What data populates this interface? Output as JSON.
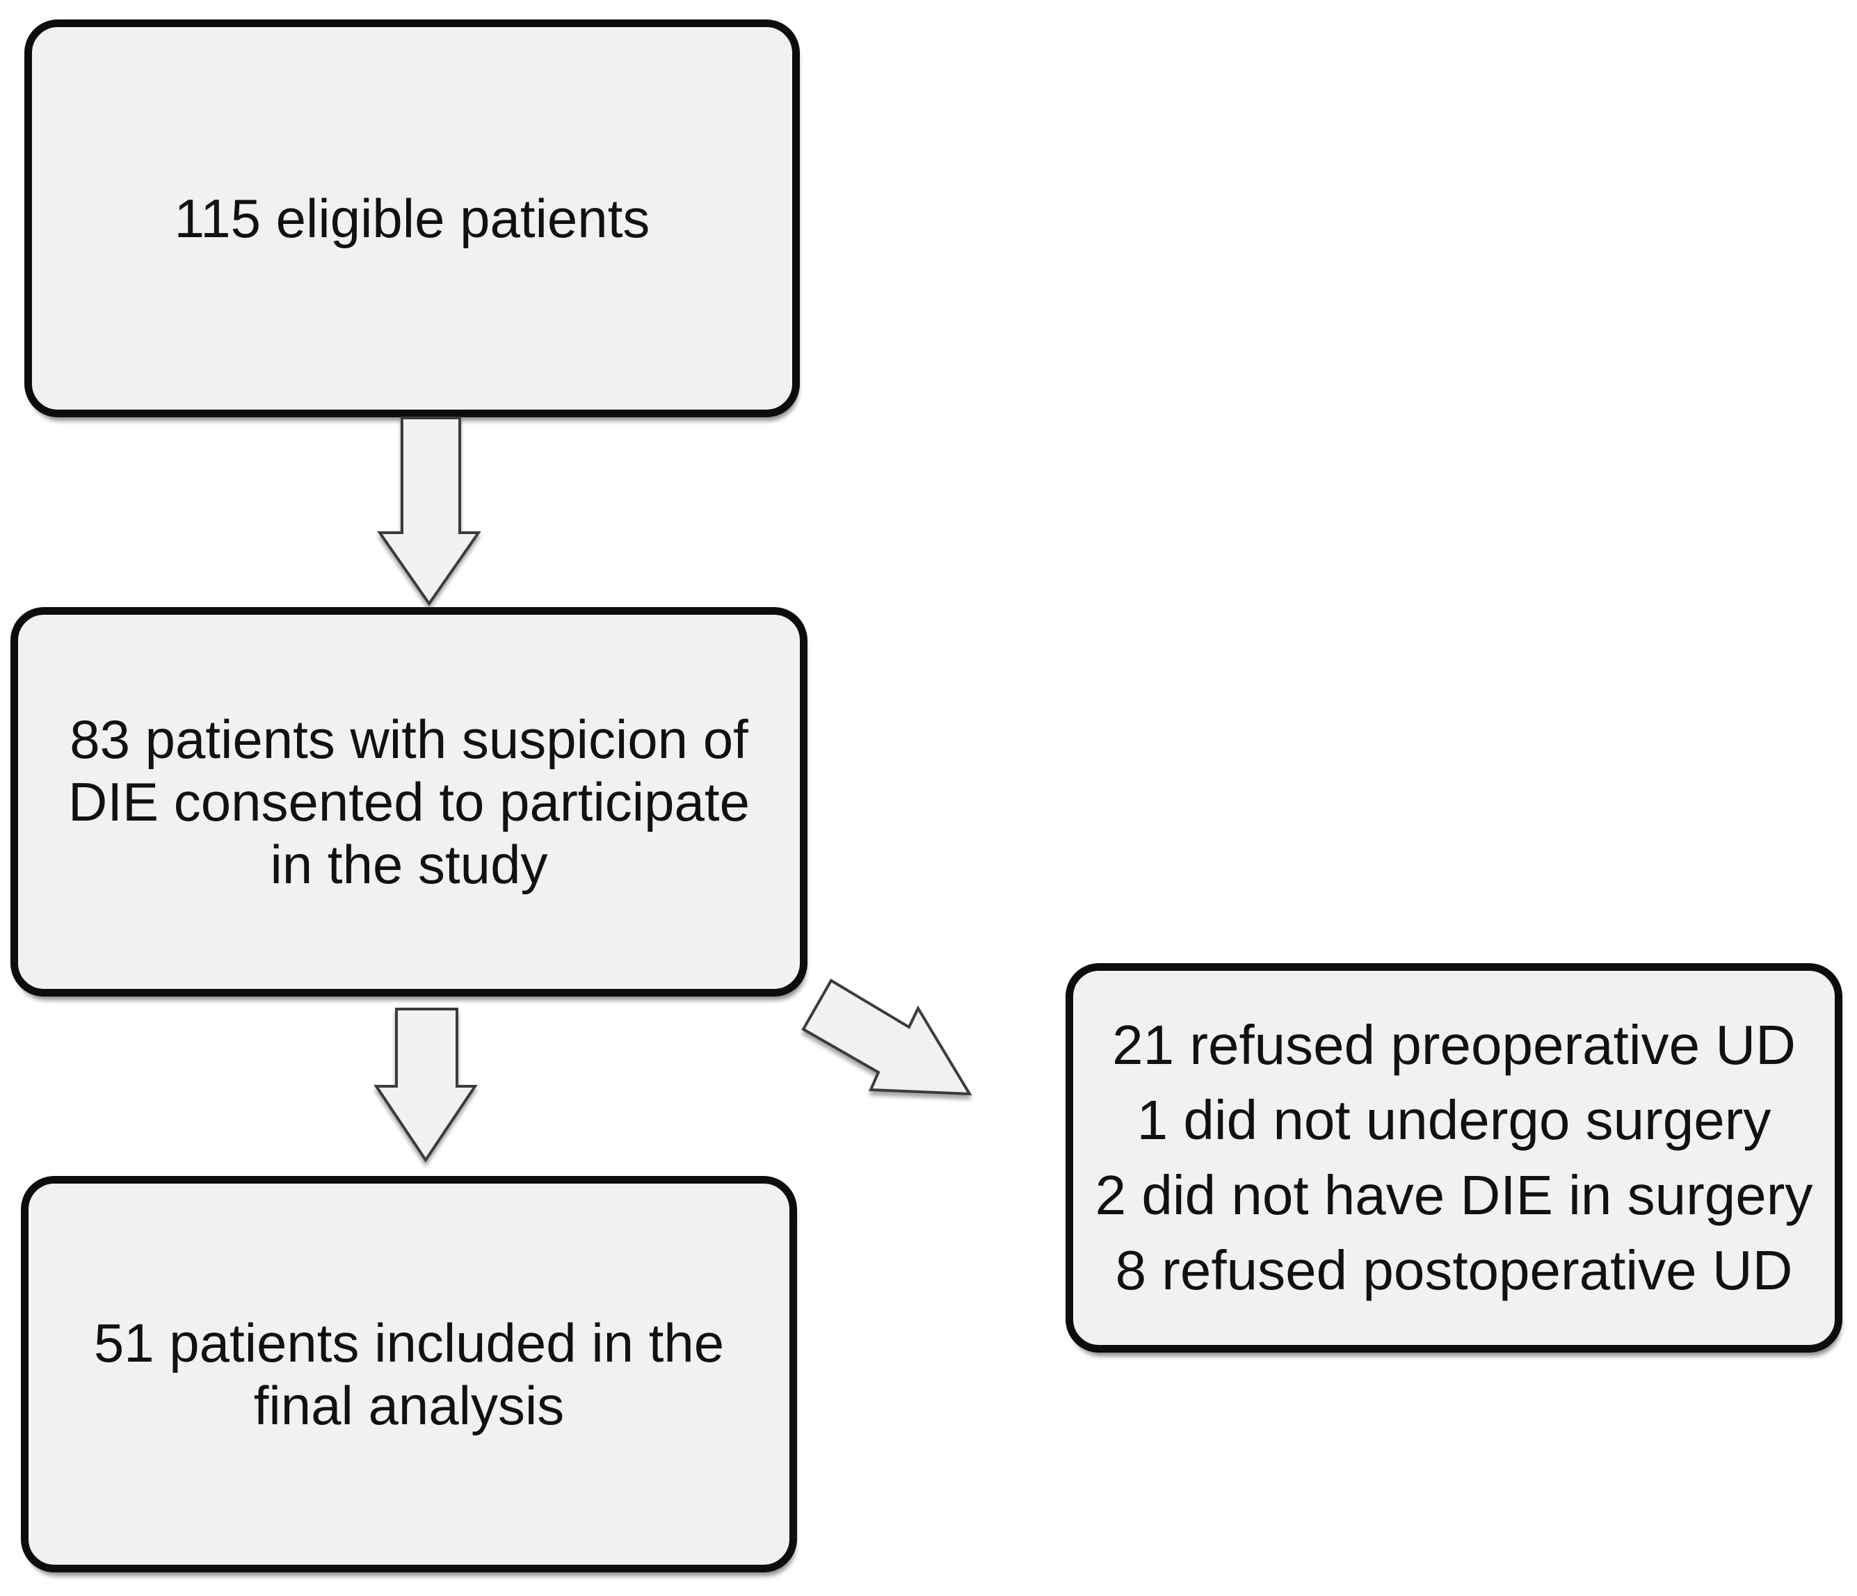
{
  "figure": {
    "background_color": "#ffffff",
    "box_fill_color": "#f1f1f1",
    "box_border_color": "#0d0d0d",
    "text_color": "#111111",
    "arrow_fill_color": "#f1f1f1",
    "arrow_outline_color": "#3c3c3c"
  },
  "boxes": {
    "eligible": {
      "lines": [
        "115 eligible patients"
      ]
    },
    "consented": {
      "lines": [
        "83 patients with suspicion of",
        "DIE consented to participate",
        "in the study"
      ]
    },
    "final": {
      "lines": [
        "51 patients included in the",
        "final analysis"
      ]
    },
    "excluded": {
      "lines": [
        "21 refused preoperative UD",
        "1 did not undergo surgery",
        "2 did not have DIE in surgery",
        "8 refused postoperative UD"
      ]
    }
  },
  "icons": {
    "down_arrow_1": "down-arrow",
    "down_arrow_2": "down-arrow",
    "diagonal_arrow": "diagonal-down-right-arrow"
  }
}
